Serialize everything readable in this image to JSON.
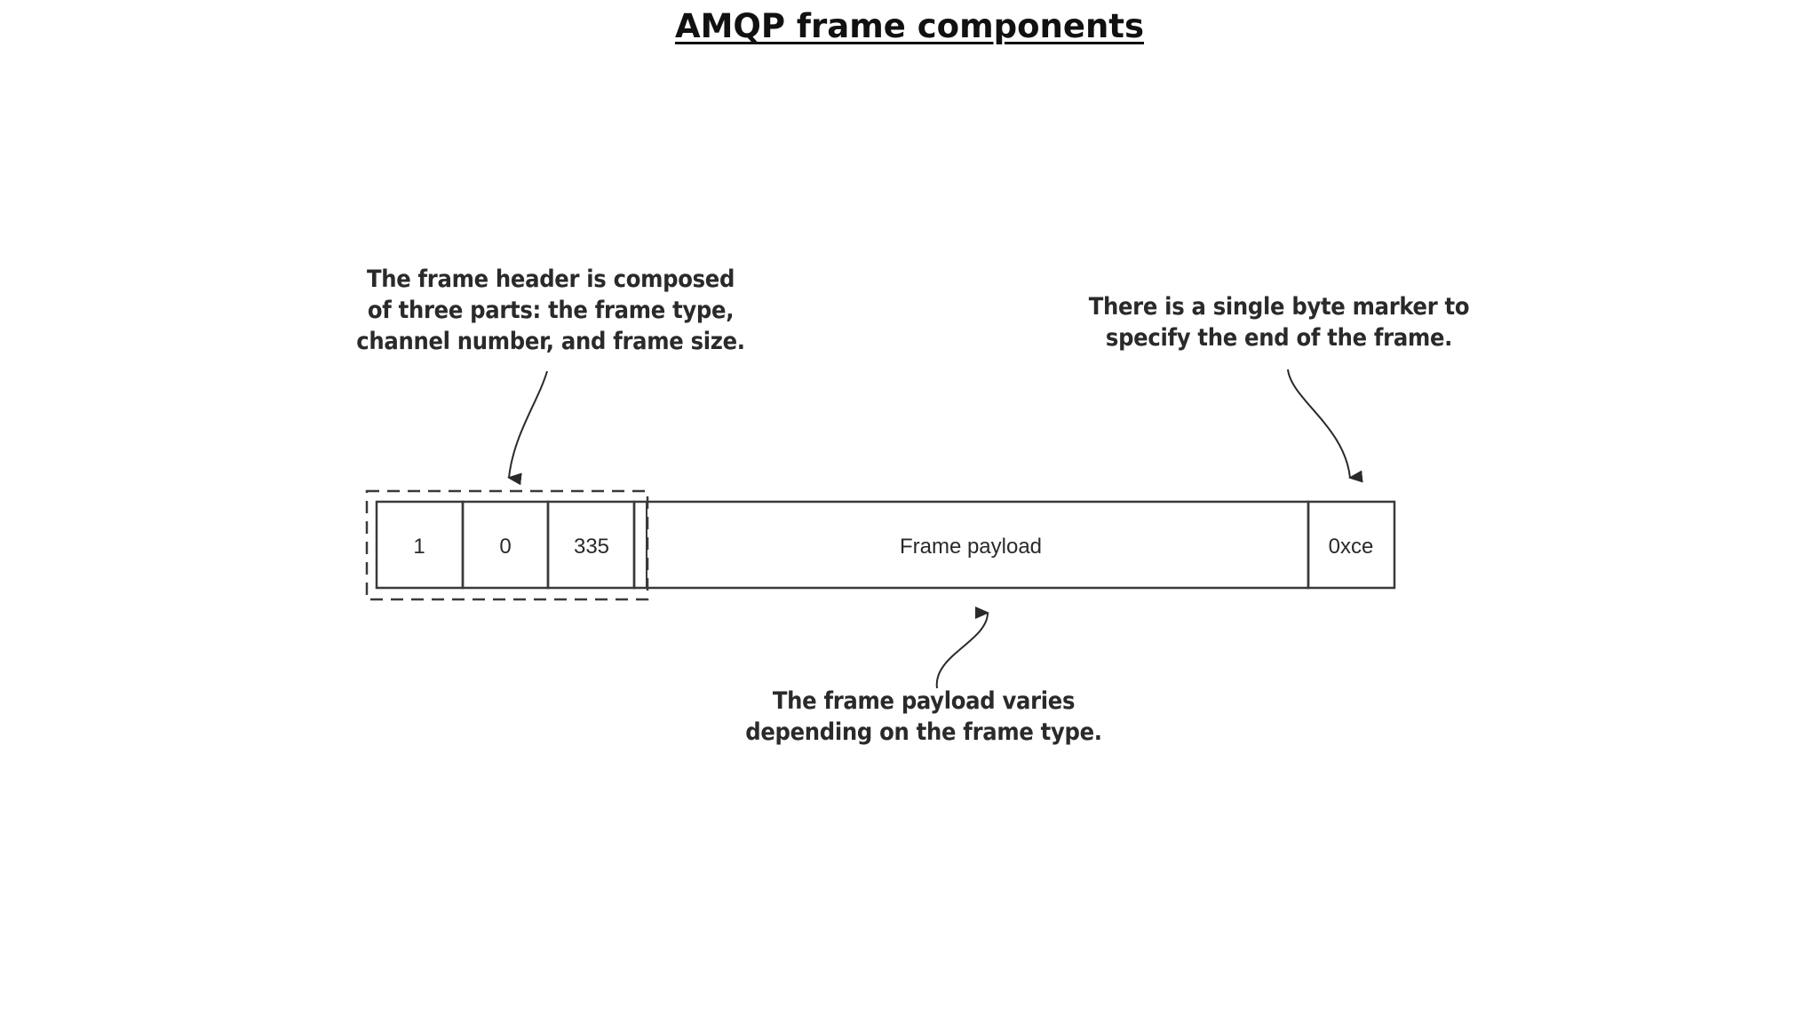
{
  "title": "AMQP frame components",
  "callouts": {
    "header": "The frame header is composed\nof three parts: the frame type,\nchannel number, and frame size.",
    "end_marker": "There is a single byte marker to\nspecify the end of the frame.",
    "payload": "The frame payload varies\ndepending on the frame type."
  },
  "frame": {
    "type": "1",
    "channel": "0",
    "size": "335",
    "payload": "Frame payload",
    "end": "0xce"
  },
  "colors": {
    "line": "#3a3a3a",
    "text": "#2a2a2a"
  }
}
